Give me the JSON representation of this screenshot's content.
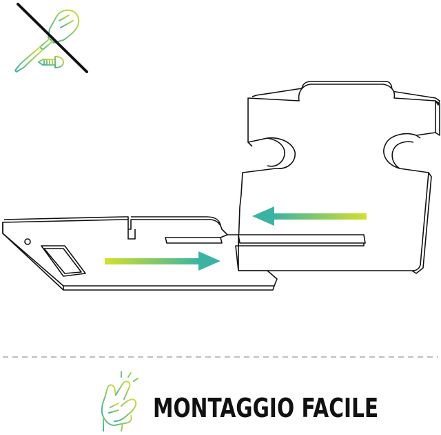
{
  "caption": {
    "text": "MONTAGGIO FACILE"
  },
  "icons": {
    "no_tools": "no-screwdriver-no-screw-icon",
    "easy_hand": "hand-snap-fingers-icon"
  },
  "arrows": {
    "insert_direction": "right",
    "slide_direction": "left"
  },
  "colors": {
    "gradient_yellow": "#d4e02a",
    "gradient_teal": "#3bb3a3",
    "line": "#111111",
    "divider": "#999999"
  }
}
